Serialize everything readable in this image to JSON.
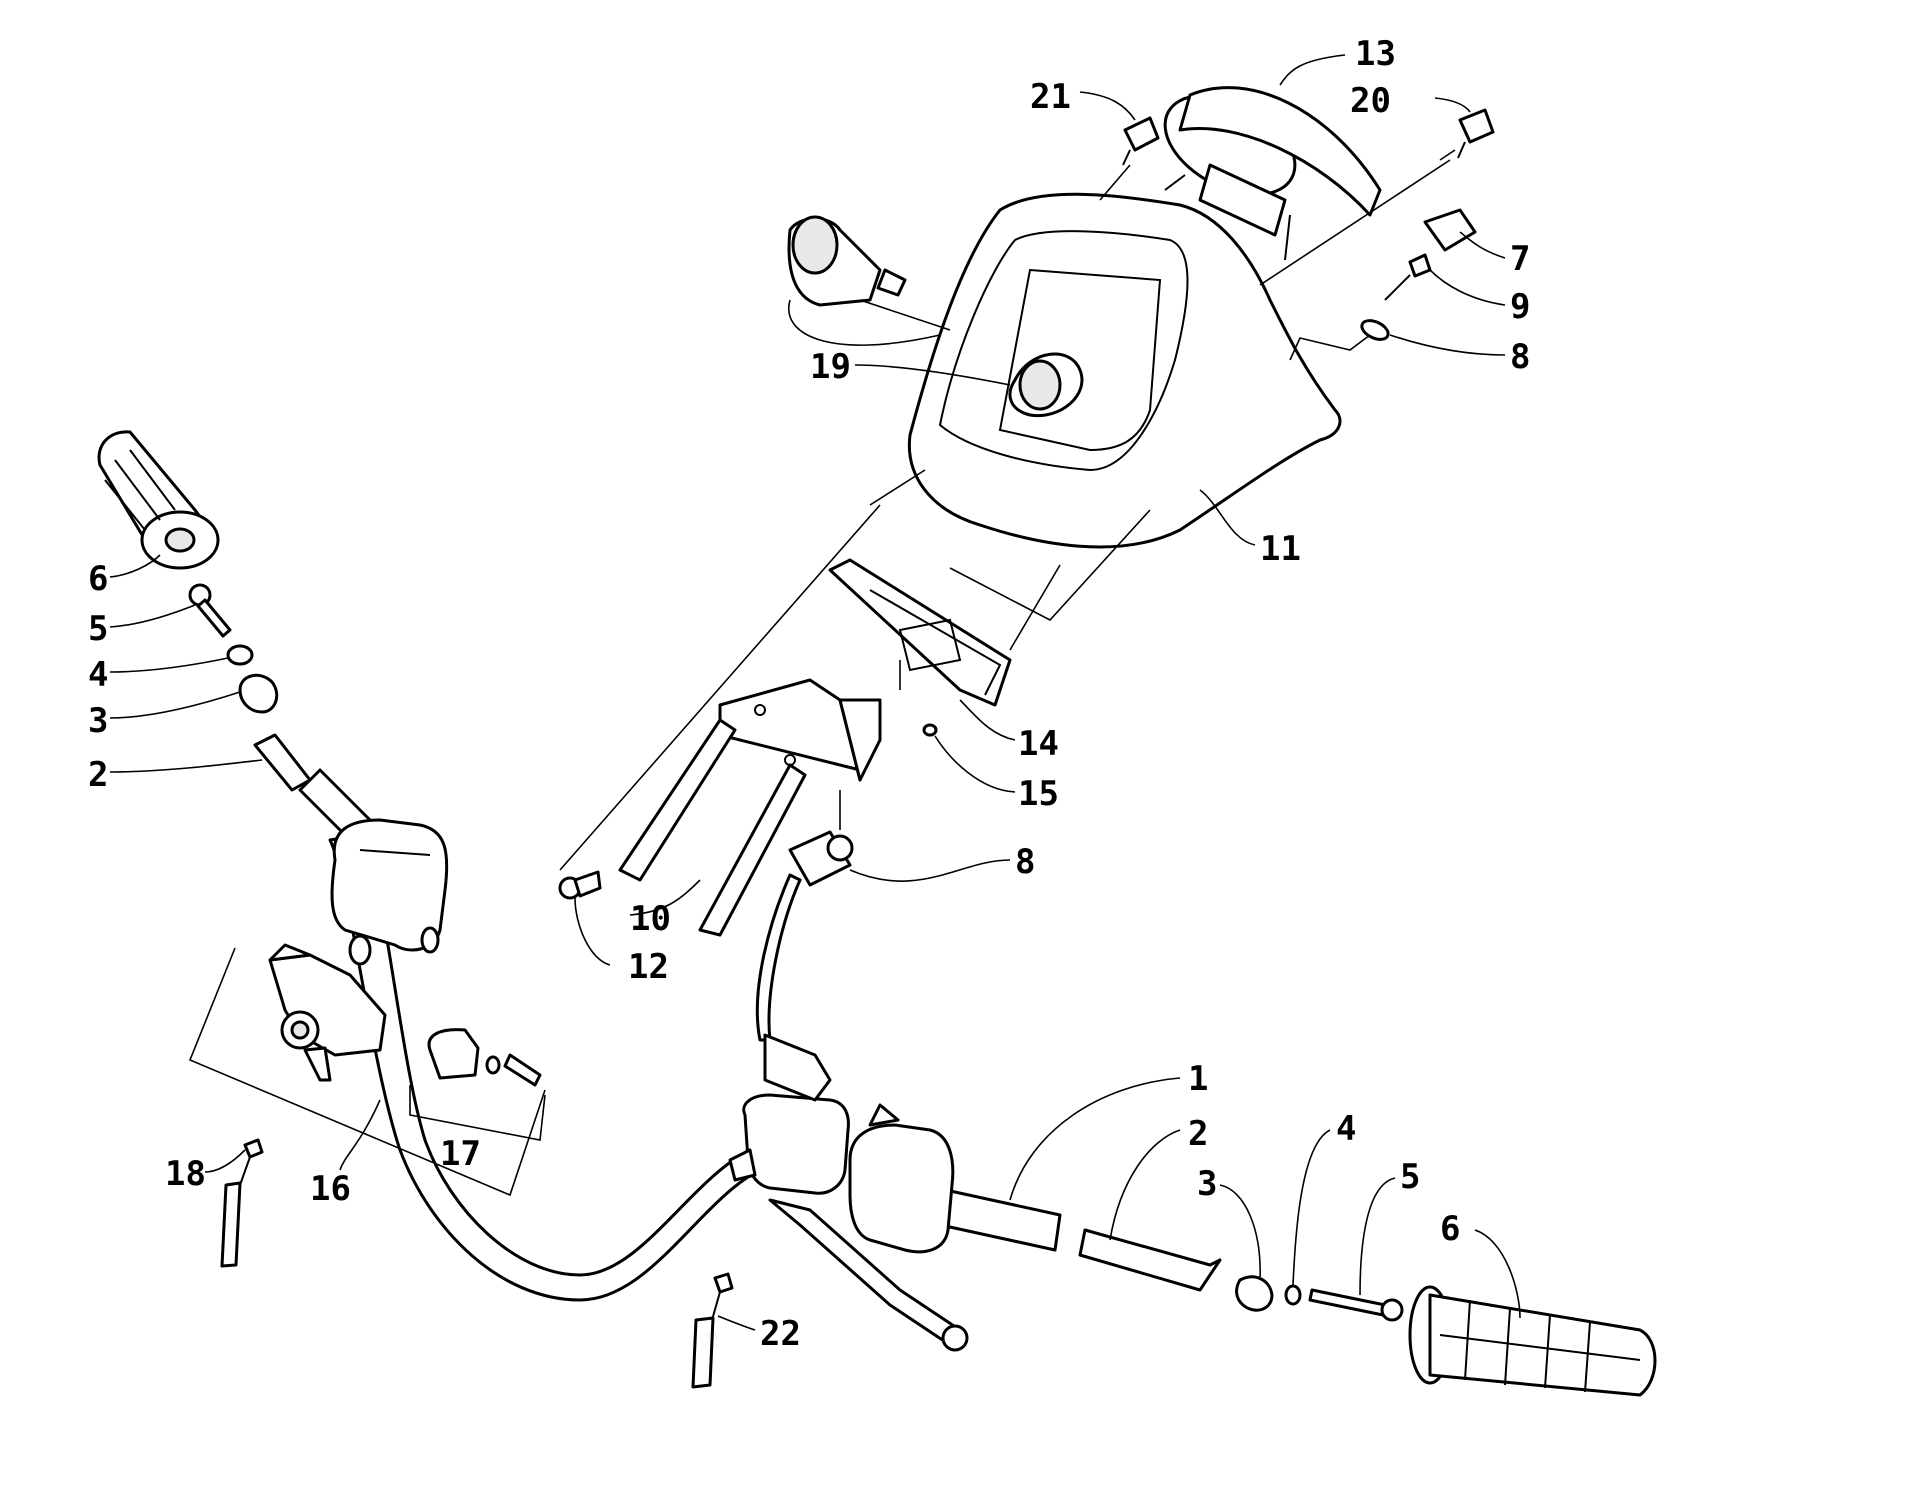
{
  "callouts": [
    {
      "id": "c13",
      "text": "13"
    },
    {
      "id": "c21",
      "text": "21"
    },
    {
      "id": "c20",
      "text": "20"
    },
    {
      "id": "c7",
      "text": "7"
    },
    {
      "id": "c9",
      "text": "9"
    },
    {
      "id": "c8a",
      "text": "8"
    },
    {
      "id": "c19",
      "text": "19"
    },
    {
      "id": "c11",
      "text": "11"
    },
    {
      "id": "c6a",
      "text": "6"
    },
    {
      "id": "c5a",
      "text": "5"
    },
    {
      "id": "c4a",
      "text": "4"
    },
    {
      "id": "c3a",
      "text": "3"
    },
    {
      "id": "c2a",
      "text": "2"
    },
    {
      "id": "c14",
      "text": "14"
    },
    {
      "id": "c15",
      "text": "15"
    },
    {
      "id": "c8b",
      "text": "8"
    },
    {
      "id": "c10",
      "text": "10"
    },
    {
      "id": "c12",
      "text": "12"
    },
    {
      "id": "c1",
      "text": "1"
    },
    {
      "id": "c2b",
      "text": "2"
    },
    {
      "id": "c4b",
      "text": "4"
    },
    {
      "id": "c3b",
      "text": "3"
    },
    {
      "id": "c5b",
      "text": "5"
    },
    {
      "id": "c6b",
      "text": "6"
    },
    {
      "id": "c17",
      "text": "17"
    },
    {
      "id": "c18",
      "text": "18"
    },
    {
      "id": "c16",
      "text": "16"
    },
    {
      "id": "c22",
      "text": "22"
    }
  ]
}
